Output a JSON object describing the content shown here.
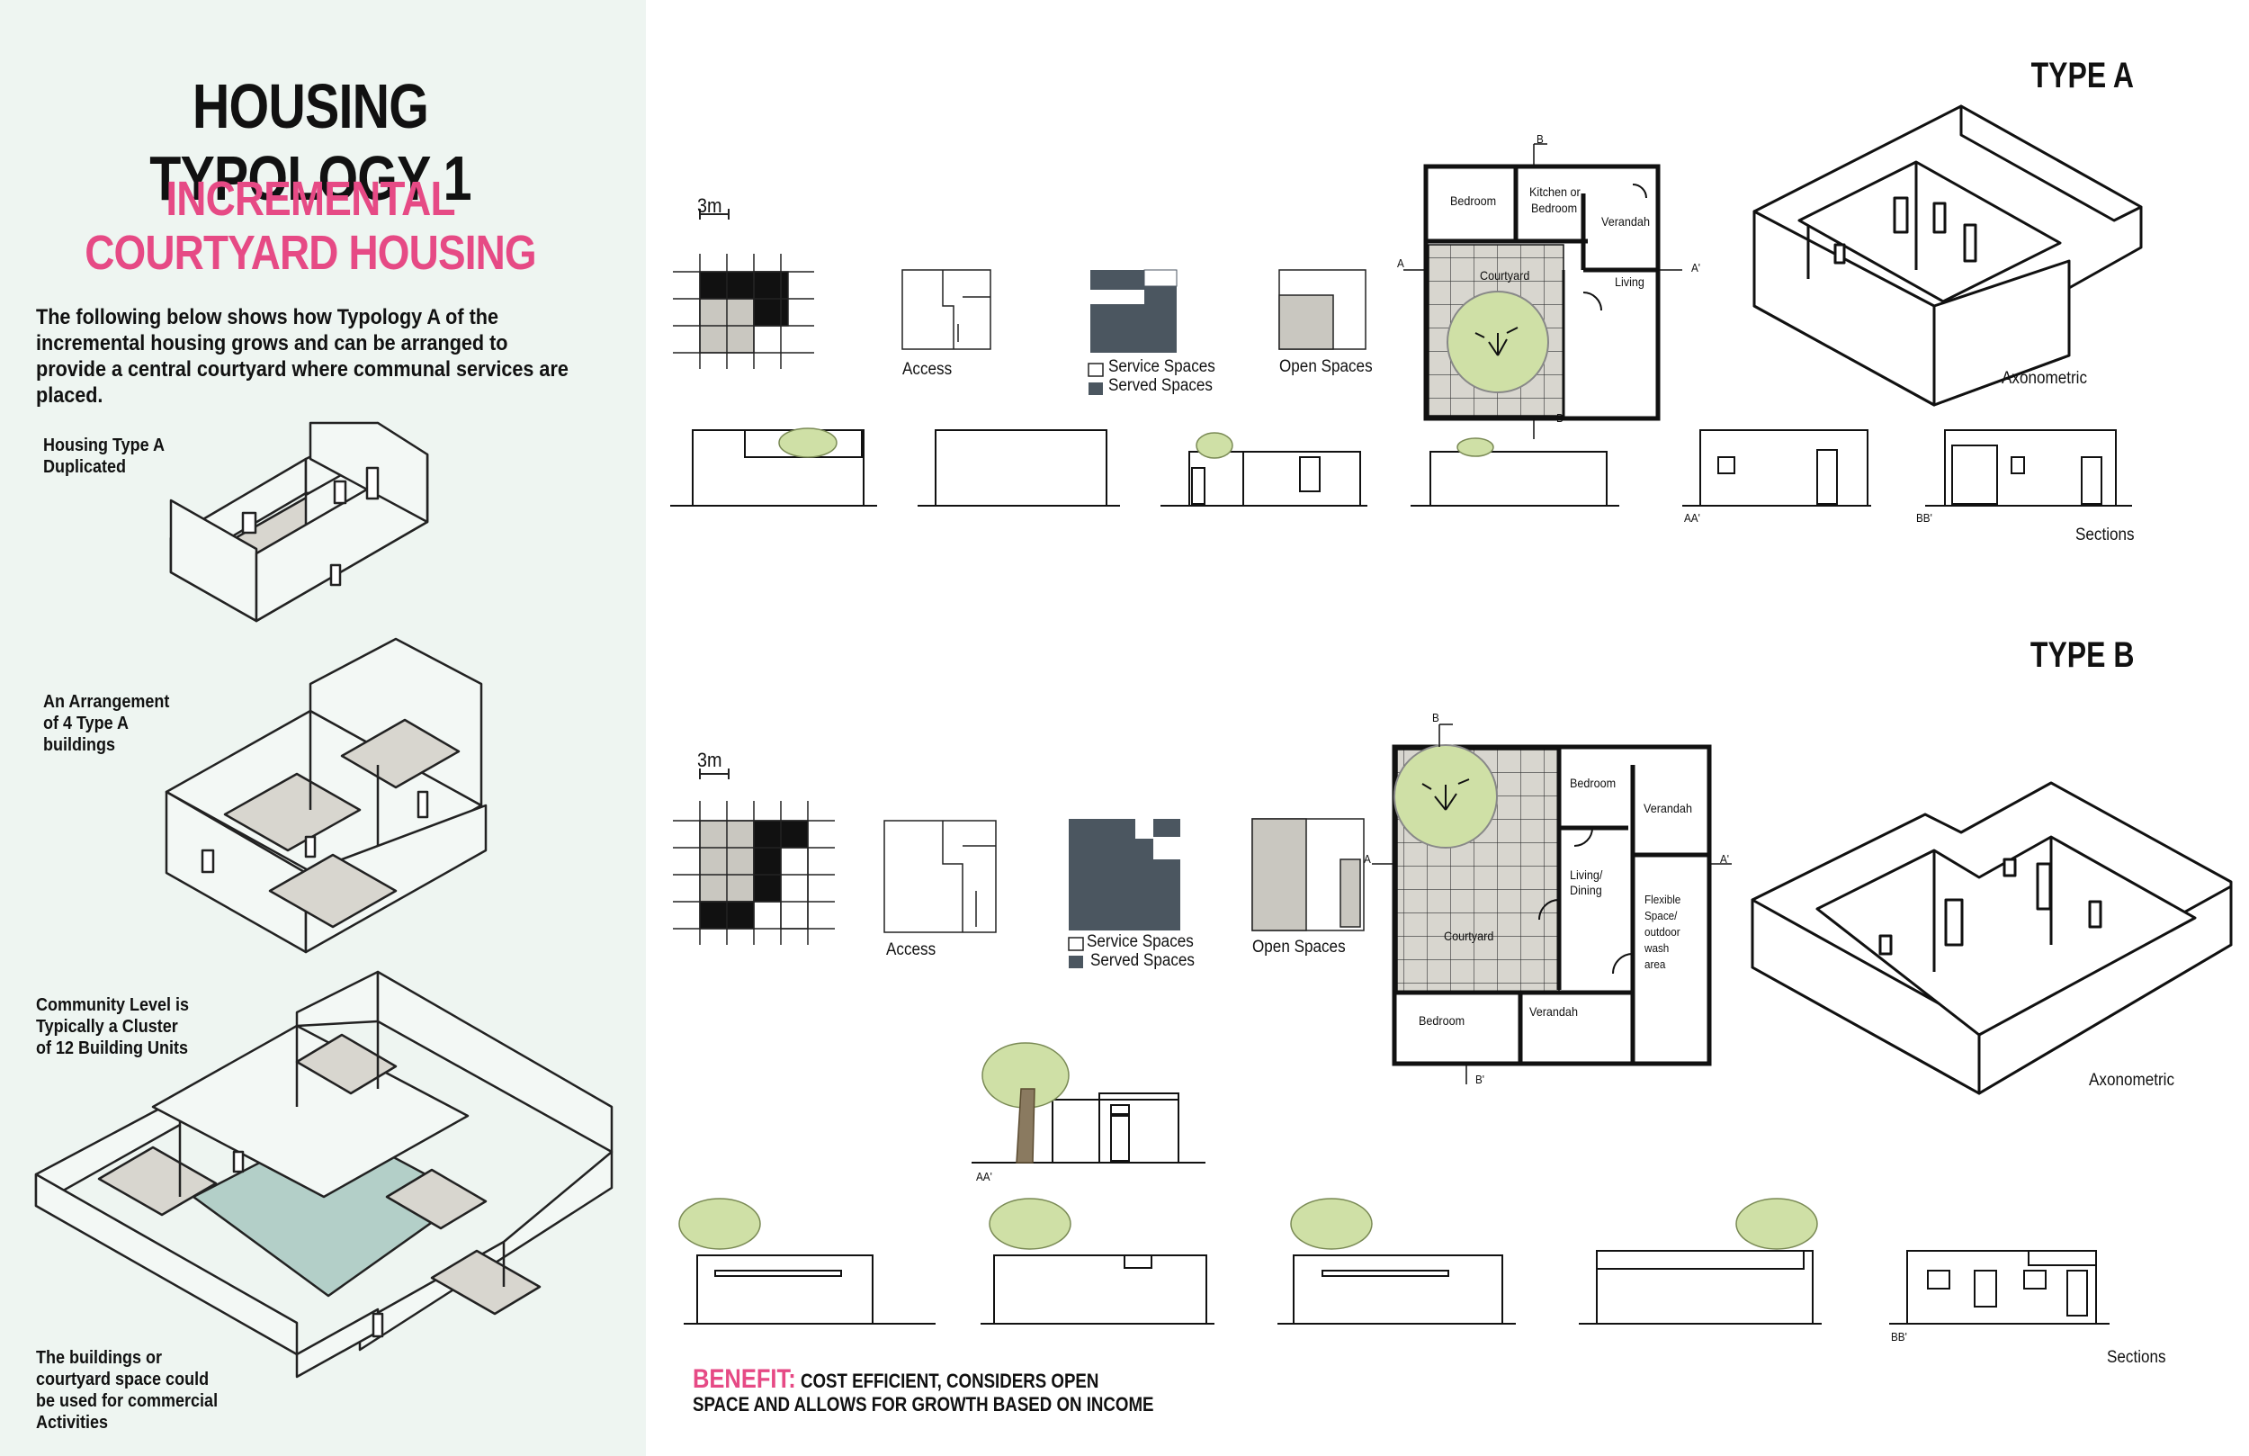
{
  "colors": {
    "accent_pink": "#e64a85",
    "panel_bg": "#eef5f1",
    "served": "#4b5660",
    "open": "#c9c7c0",
    "courtyard_teal": "#b3cfc8",
    "tree": "#cfe0a6"
  },
  "left": {
    "title": "HOUSING TYPOLOGY 1",
    "subtitle_line1": "INCREMENTAL",
    "subtitle_line2": "COURTYARD HOUSING",
    "intro": "The following below shows how Typology A of the incremental housing grows and can be arranged to provide a central courtyard where communal services are placed.",
    "caption1_line1": "Housing Type A",
    "caption1_line2": "Duplicated",
    "caption2_line1": "An Arrangement",
    "caption2_line2": "of 4 Type A",
    "caption2_line3": "buildings",
    "caption3_line1": "Community Level is",
    "caption3_line2": "Typically a Cluster",
    "caption3_line3": "of 12 Building Units",
    "caption4_line1": "The buildings or",
    "caption4_line2": "courtyard space could",
    "caption4_line3": "be used for commercial",
    "caption4_line4": "Activities"
  },
  "typeA": {
    "heading": "TYPE A",
    "scale": "3m",
    "access": "Access",
    "service": "Service Spaces",
    "served": "Served Spaces",
    "open": "Open Spaces",
    "axonometric": "Axonometric",
    "sections": "Sections",
    "aa": "AA'",
    "bb": "BB'",
    "plan": {
      "bedroom": "Bedroom",
      "kitchen1": "Kitchen or",
      "kitchen2": "Bedroom",
      "verandah": "Verandah",
      "courtyard": "Courtyard",
      "living": "Living",
      "a": "A",
      "a2": "A'",
      "b": "B",
      "b2": "B'"
    }
  },
  "typeB": {
    "heading": "TYPE B",
    "scale": "3m",
    "access": "Access",
    "service": "Service Spaces",
    "served": "Served Spaces",
    "open": "Open Spaces",
    "axonometric": "Axonometric",
    "sections": "Sections",
    "aa": "AA'",
    "bb": "BB'",
    "plan": {
      "bedroom_top": "Bedroom",
      "verandah_top": "Verandah",
      "living1": "Living/",
      "living2": "Dining",
      "flex1": "Flexible",
      "flex2": "Space/",
      "flex3": "outdoor",
      "flex4": "wash",
      "flex5": "area",
      "courtyard": "Courtyard",
      "bedroom_bottom": "Bedroom",
      "verandah_bottom": "Verandah",
      "a": "A",
      "a2": "A'",
      "b": "B",
      "b2": "B'"
    }
  },
  "benefit": {
    "label": "BENEFIT:",
    "line1": "COST EFFICIENT, CONSIDERS OPEN",
    "line2": "SPACE AND ALLOWS FOR GROWTH BASED ON INCOME"
  }
}
